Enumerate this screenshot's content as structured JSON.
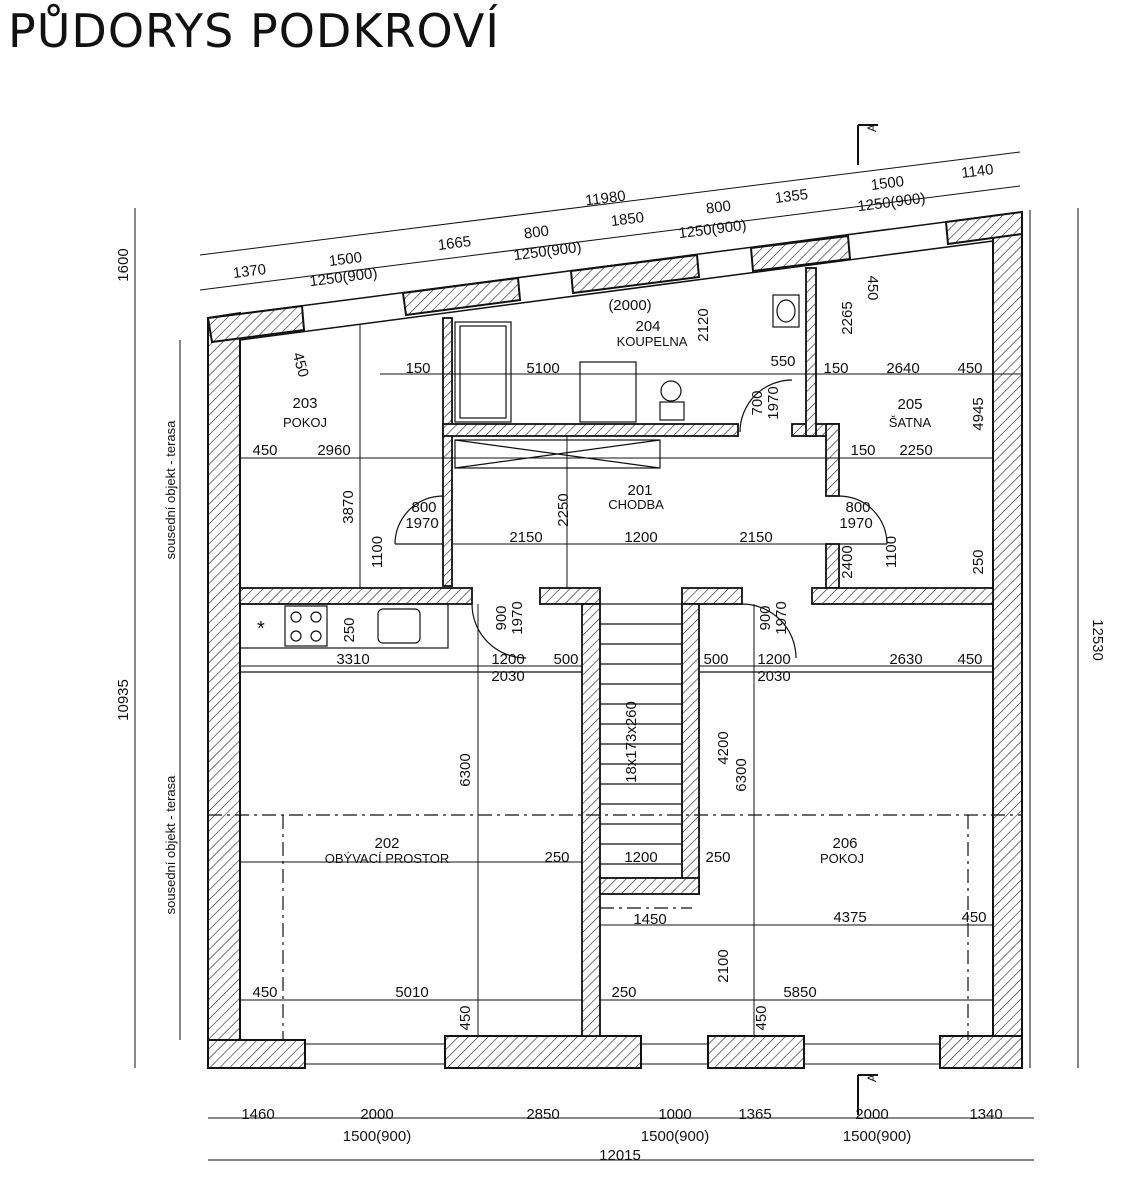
{
  "title": "PŮDORYS PODKROVÍ",
  "section_mark": "A",
  "rooms": [
    {
      "num": "201",
      "name": "CHODBA"
    },
    {
      "num": "202",
      "name": "OBÝVACÍ PROSTOR"
    },
    {
      "num": "203",
      "name": "POKOJ"
    },
    {
      "num": "204",
      "name": "KOUPELNA"
    },
    {
      "num": "205",
      "name": "ŠATNA"
    },
    {
      "num": "206",
      "name": "POKOJ"
    }
  ],
  "side_labels": [
    "sousední objekt - terasa",
    "sousední objekt - terasa"
  ],
  "stairs_label": "18x173x260",
  "dims": {
    "top_total": "11980",
    "top_chain": [
      "1370",
      "1500",
      "1665",
      "800",
      "1850",
      "800",
      "1355",
      "1500",
      "1140"
    ],
    "top_windows": [
      "1250(900)",
      "1250(900)",
      "1250(900)",
      "1250(900)"
    ],
    "bottom_total": "12015",
    "bottom_chain": [
      "1460",
      "2000",
      "2850",
      "1000",
      "1365",
      "2000",
      "1340"
    ],
    "bottom_windows": [
      "1500(900)",
      "1500(900)",
      "1500(900)"
    ],
    "left_top": "1600",
    "left_main": "10935",
    "right_total": "12530",
    "bath": [
      "(2000)",
      "2120",
      "2265",
      "450",
      "150",
      "5100",
      "550",
      "700",
      "1970"
    ],
    "dressing": [
      "150",
      "2640",
      "450",
      "4945",
      "150",
      "2250",
      "800",
      "1970",
      "1100",
      "2400",
      "250"
    ],
    "room203": [
      "450",
      "450",
      "2960",
      "3870",
      "800",
      "1970",
      "1100"
    ],
    "hall": [
      "2250",
      "2150",
      "1200",
      "2150"
    ],
    "kitchen": [
      "250",
      "3310",
      "1200",
      "2030",
      "500",
      "900",
      "1970"
    ],
    "right_upper": [
      "500",
      "1200",
      "2030",
      "2630",
      "450",
      "900",
      "1970"
    ],
    "center": [
      "6300",
      "250",
      "1200",
      "250",
      "4200",
      "6300",
      "1450",
      "4375",
      "450",
      "2100"
    ],
    "bottom_inner": [
      "450",
      "5010",
      "250",
      "5850",
      "450",
      "450"
    ]
  },
  "star": "*"
}
